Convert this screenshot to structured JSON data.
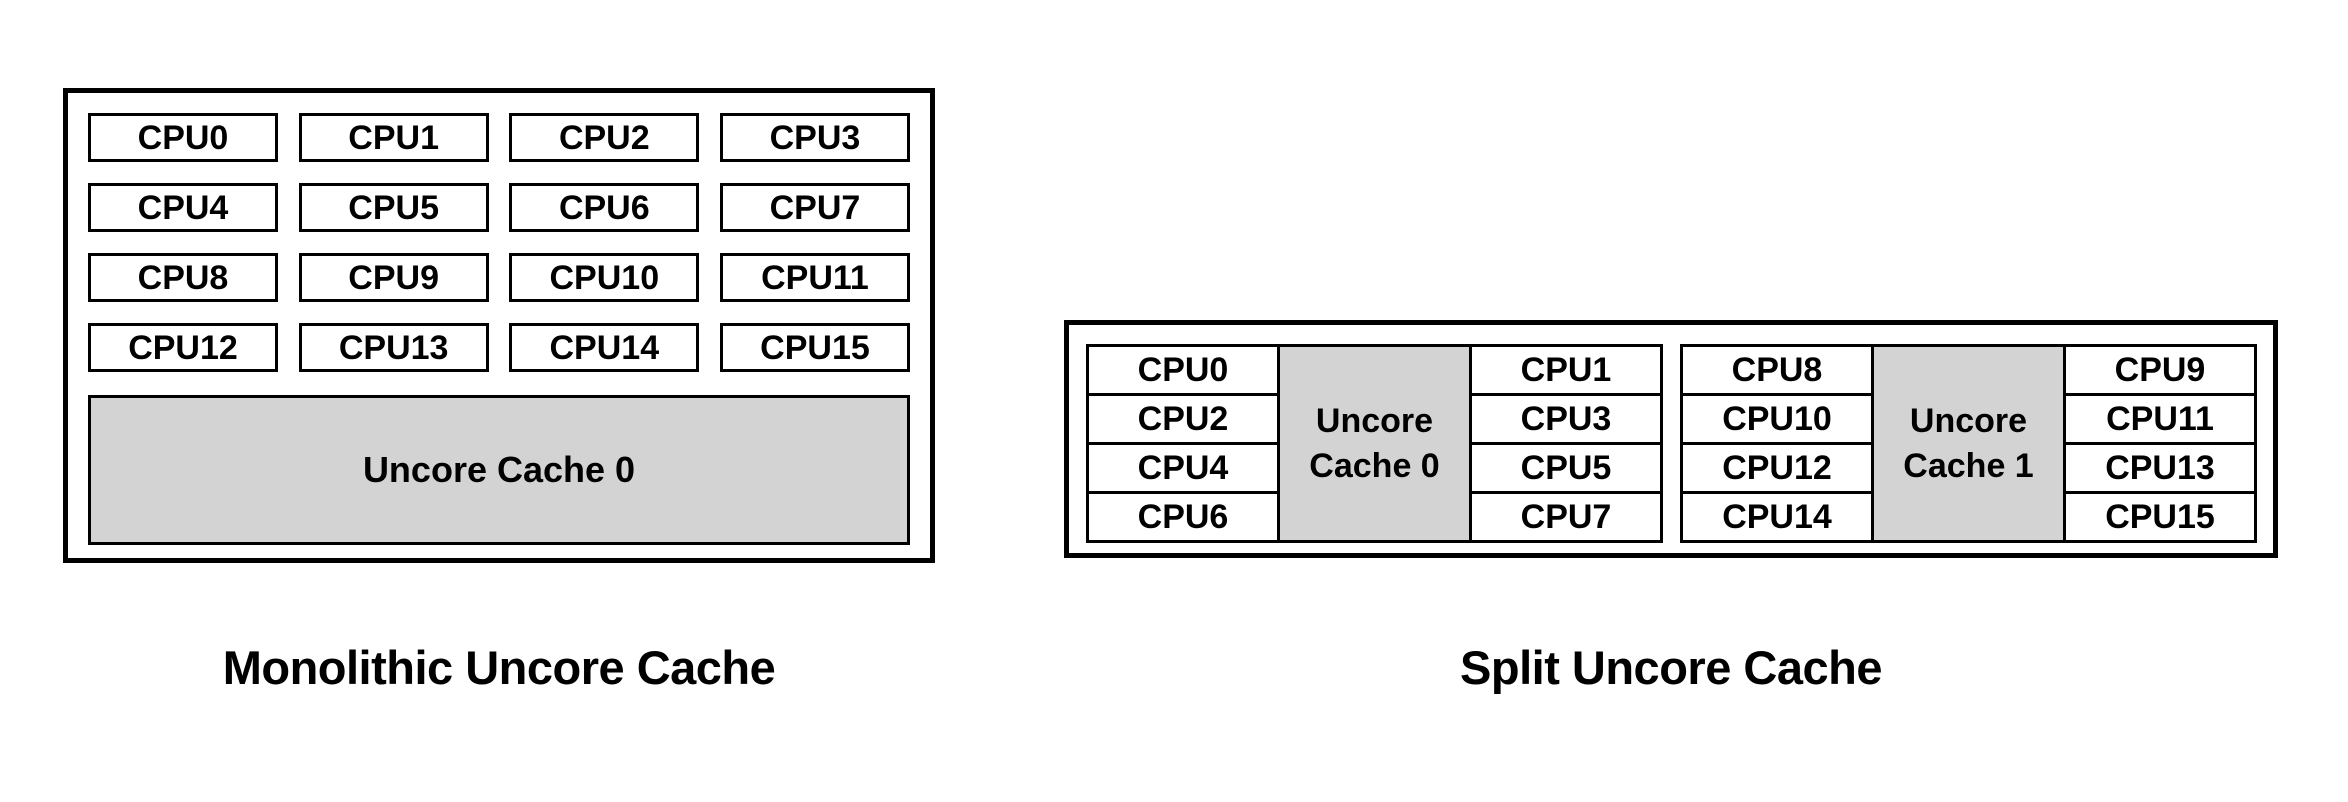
{
  "monolithic": {
    "caption": "Monolithic Uncore Cache",
    "cpus": [
      "CPU0",
      "CPU1",
      "CPU2",
      "CPU3",
      "CPU4",
      "CPU5",
      "CPU6",
      "CPU7",
      "CPU8",
      "CPU9",
      "CPU10",
      "CPU11",
      "CPU12",
      "CPU13",
      "CPU14",
      "CPU15"
    ],
    "cache_label": "Uncore Cache 0"
  },
  "split": {
    "caption": "Split Uncore Cache",
    "groups": [
      {
        "cache_label": "Uncore Cache 0",
        "left": [
          "CPU0",
          "CPU2",
          "CPU4",
          "CPU6"
        ],
        "right": [
          "CPU1",
          "CPU3",
          "CPU5",
          "CPU7"
        ]
      },
      {
        "cache_label": "Uncore Cache 1",
        "left": [
          "CPU8",
          "CPU10",
          "CPU12",
          "CPU14"
        ],
        "right": [
          "CPU9",
          "CPU11",
          "CPU13",
          "CPU15"
        ]
      }
    ]
  },
  "colors": {
    "background": "#ffffff",
    "border": "#000000",
    "text": "#000000",
    "cache_fill": "#d3d3d3"
  }
}
